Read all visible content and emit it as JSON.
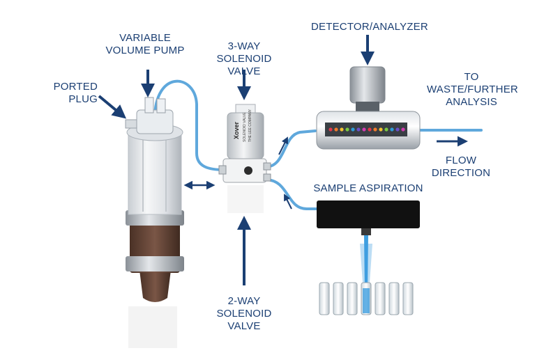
{
  "labels": {
    "variable_pump": [
      "VARIABLE",
      "VOLUME PUMP"
    ],
    "ported_plug": [
      "PORTED",
      "PLUG"
    ],
    "three_way_valve": [
      "3-WAY",
      "SOLENOID VALVE"
    ],
    "detector": [
      "DETECTOR/ANALYZER"
    ],
    "waste": [
      "TO",
      "WASTE/FURTHER",
      "ANALYSIS"
    ],
    "flow_direction": [
      "FLOW",
      "DIRECTION"
    ],
    "sample_aspiration": [
      "SAMPLE ASPIRATION"
    ],
    "two_way_valve": [
      "2-WAY",
      "SOLENOID",
      "VALVE"
    ]
  },
  "valve_print": [
    "Xover",
    "SOLENOID VALVE",
    "THE LEE COMPANY"
  ],
  "colors": {
    "label_text": "#1b3f73",
    "arrow": "#1b3f73",
    "tubing": "#5fa8dc",
    "pump_motor": "#6b4a3a",
    "pump_body": "#e6e9ec",
    "block": "#111111",
    "sample_fluid": "#3f9fe0"
  },
  "detector_dots": [
    "#e0384b",
    "#f07a2a",
    "#f1c232",
    "#7ac943",
    "#2e9bd6",
    "#6a4fc9",
    "#d13bb1",
    "#e0384b",
    "#f07a2a",
    "#f1c232",
    "#7ac943",
    "#2e9bd6",
    "#6a4fc9",
    "#d13bb1"
  ],
  "vial_count": 7
}
